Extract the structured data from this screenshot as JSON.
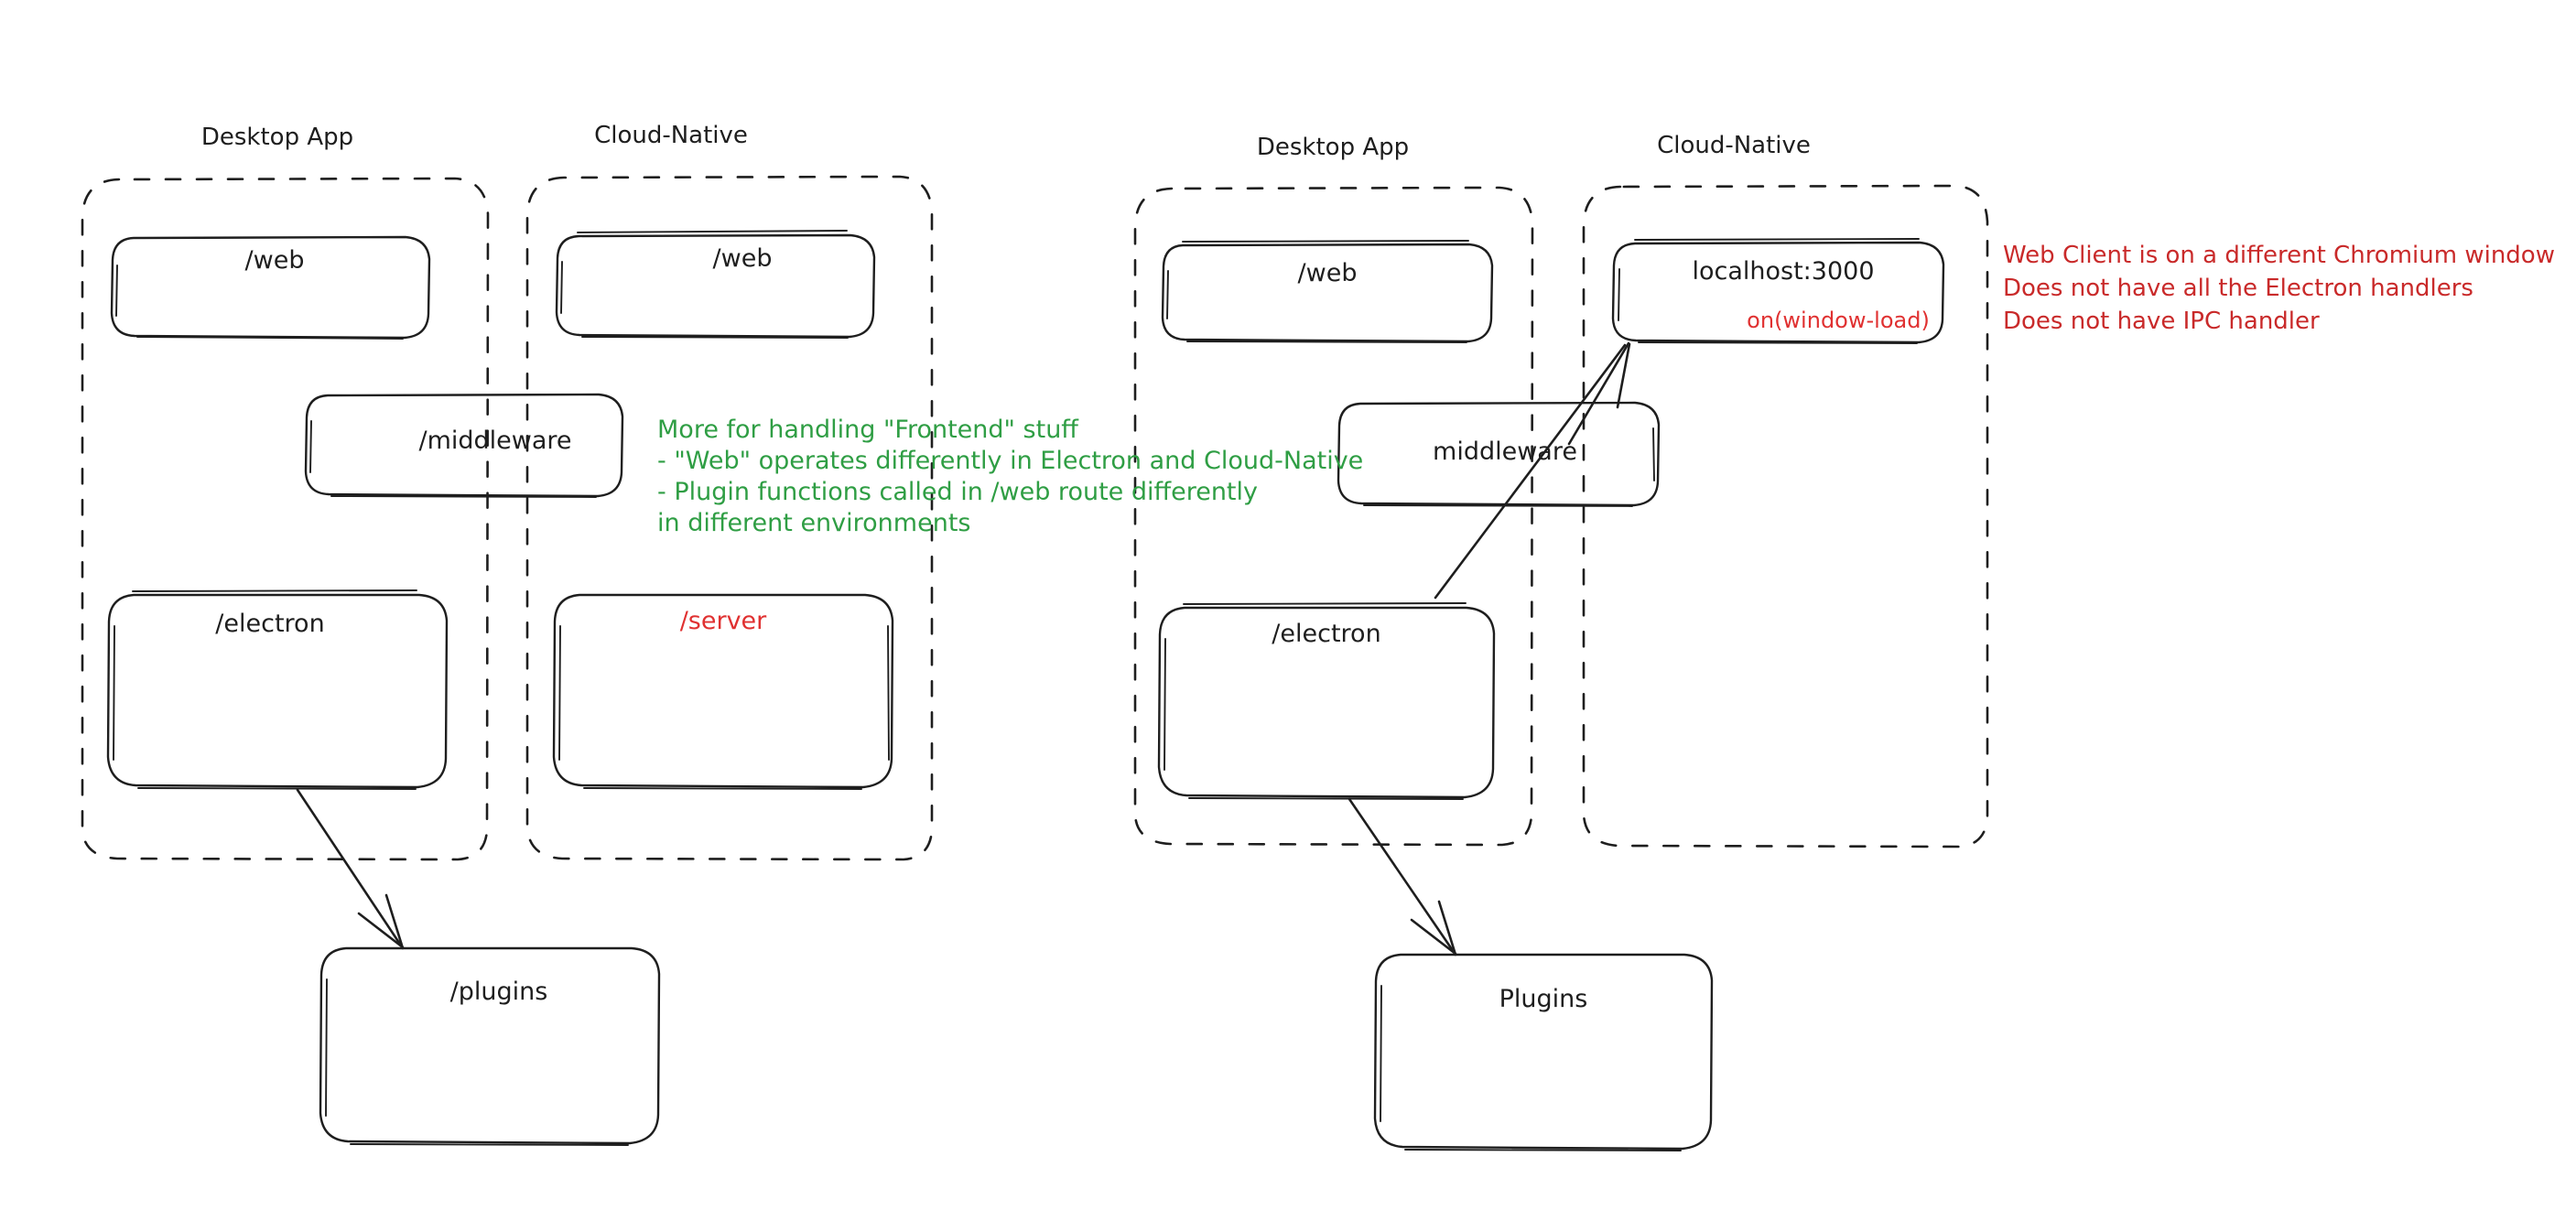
{
  "diagram": {
    "title_hidden": "",
    "background_color": "#ffffff",
    "ink_color": "#1e1e1e",
    "green_color": "#2f9e44",
    "red_color": "#e03131",
    "red_note_color": "#c92a2a"
  },
  "left_cluster": {
    "groups": [
      {
        "title": "Desktop App"
      },
      {
        "title": "Cloud-Native"
      }
    ],
    "boxes": [
      {
        "label": "/web",
        "color": "#1e1e1e"
      },
      {
        "label": "/web",
        "color": "#1e1e1e"
      },
      {
        "label": "/middleware",
        "color": "#1e1e1e"
      },
      {
        "label": "/electron",
        "color": "#1e1e1e"
      },
      {
        "label": "/server",
        "color": "#e03131"
      },
      {
        "label": "/plugins",
        "color": "#1e1e1e"
      }
    ],
    "note_green": {
      "lines": [
        "More for handling \"Frontend\" stuff",
        "- \"Web\" operates differently in Electron and Cloud-Native",
        "- Plugin functions called in /web route differently",
        "in different environments"
      ]
    }
  },
  "right_cluster": {
    "groups": [
      {
        "title": "Desktop App"
      },
      {
        "title": "Cloud-Native"
      }
    ],
    "boxes": [
      {
        "label": "/web",
        "color": "#1e1e1e"
      },
      {
        "label": "localhost:3000",
        "sublabel": "on(window-load)",
        "color": "#1e1e1e",
        "sublabel_color": "#e03131"
      },
      {
        "label": "middleware",
        "color": "#1e1e1e"
      },
      {
        "label": "/electron",
        "color": "#1e1e1e"
      },
      {
        "label": "Plugins",
        "color": "#1e1e1e"
      }
    ],
    "note_red": {
      "lines": [
        "Web Client is on a different Chromium window",
        "Does not have all the Electron handlers",
        "Does not have IPC handler"
      ]
    }
  }
}
